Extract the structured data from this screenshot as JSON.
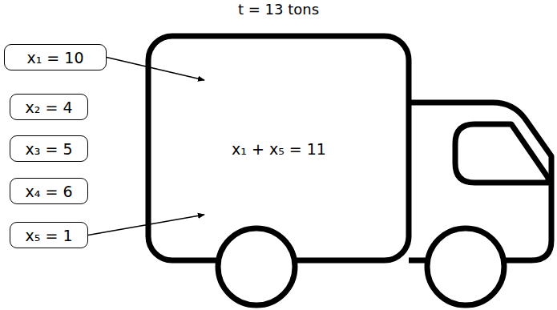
{
  "diagram": {
    "title": "t = 13 tons",
    "nodes": [
      {
        "text": [
          "x₁ = 10"
        ]
      },
      {
        "text": [
          "x₂ = 4"
        ]
      },
      {
        "text": [
          "x₃ = 5"
        ]
      },
      {
        "text": [
          "x₄ = 6"
        ]
      },
      {
        "text": [
          "x₅ = 1"
        ]
      },
      {
        "text": [
          "x₁ + x₅ = 11"
        ]
      }
    ],
    "edges": [
      {
        "from": 0,
        "to": 5,
        "arrow": "to"
      },
      {
        "from": 4,
        "to": 5,
        "arrow": "to"
      }
    ]
  }
}
